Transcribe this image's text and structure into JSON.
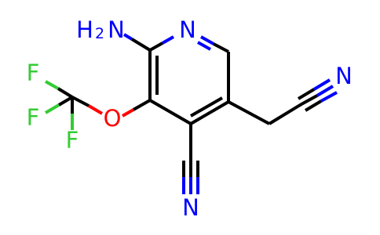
{
  "molecule": {
    "atoms": {
      "ring_n": "N",
      "amine_h": "H",
      "amine_sub": "2",
      "amine_n": "N",
      "oxygen": "O",
      "f1": "F",
      "f2": "F",
      "f3": "F",
      "nitrile_ring_n": "N",
      "nitrile_side_n": "N"
    },
    "colors": {
      "carbon_bond": "#000000",
      "nitrogen": "#0000ff",
      "oxygen": "#ff0000",
      "fluorine": "#33cc33",
      "background": "#ffffff"
    }
  }
}
